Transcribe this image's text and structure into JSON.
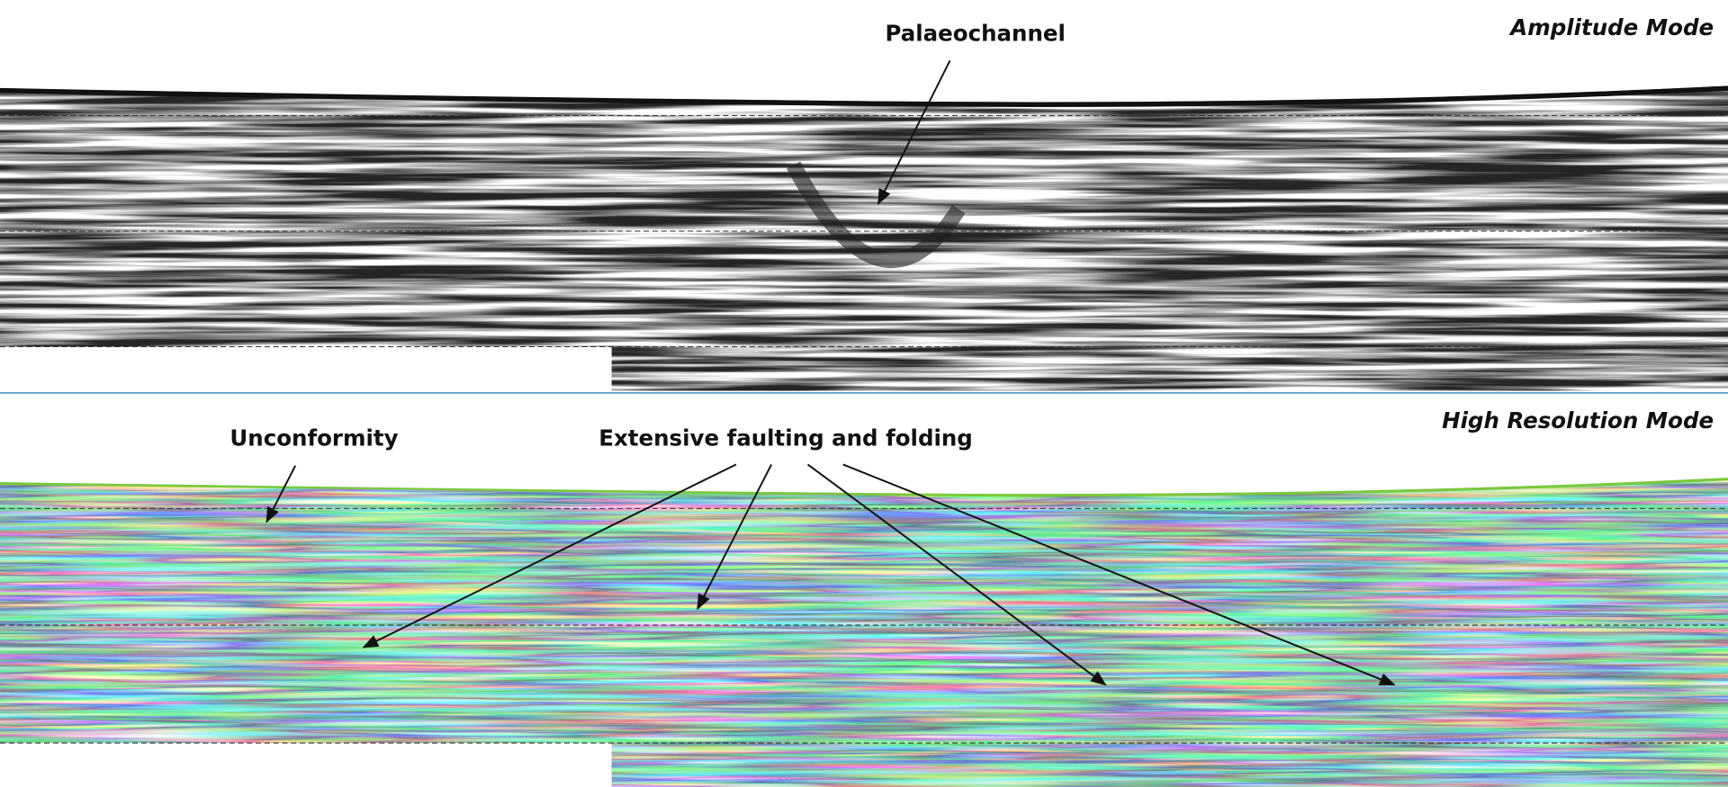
{
  "panels": {
    "top": {
      "mode_label": "Amplitude Mode",
      "palette": [
        "#000000",
        "#ffffff"
      ]
    },
    "bottom": {
      "mode_label": "High Resolution Mode",
      "palette": [
        "#ffffff",
        "#1a2f9a",
        "#6cc63a",
        "#d8f05a"
      ]
    }
  },
  "annotations": {
    "palaeochannel": "Palaeochannel",
    "unconformity": "Unconformity",
    "faulting": "Extensive faulting and folding"
  },
  "colors": {
    "separator": "#3a8fc0",
    "text": "#111111"
  }
}
